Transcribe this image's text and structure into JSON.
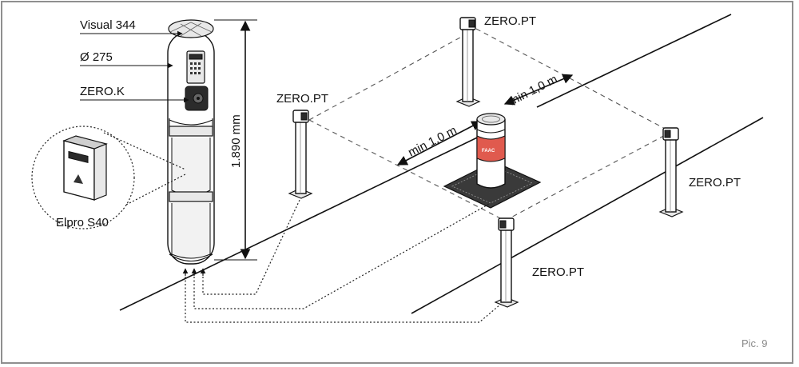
{
  "labels": {
    "visual": "Visual 344",
    "diameter": "Ø 275",
    "zero_k": "ZERO.K",
    "height": "1.890 mm",
    "elpro": "Elpro S40",
    "zero_pt_left": "ZERO.PT",
    "zero_pt_top": "ZERO.PT",
    "zero_pt_right": "ZERO.PT",
    "zero_pt_bottom": "ZERO.PT",
    "min_left": "min 1,0 m",
    "min_right": "min 1,0 m",
    "bollard_brand": "FAAC",
    "pic": "Pic. 9"
  },
  "colors": {
    "frame": "#8f8f8f",
    "bollard_band": "#d9463a"
  }
}
